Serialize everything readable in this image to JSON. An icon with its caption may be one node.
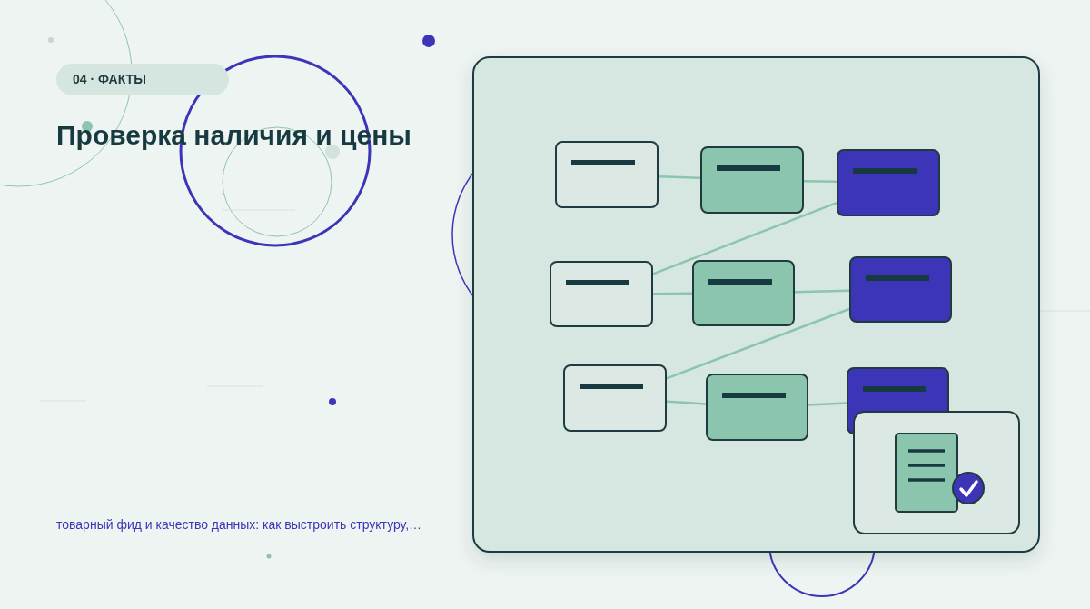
{
  "diagram": {
    "title": "Проверка наличия и цены",
    "caption": "товарный фид и качество данных: как выстроить структуру,…",
    "nodes": [
      {
        "text": [],
        "shape": "box"
      },
      {
        "text": [],
        "shape": "box"
      },
      {
        "text": [],
        "shape": "box"
      },
      {
        "text": [],
        "shape": "box"
      },
      {
        "text": [],
        "shape": "box"
      },
      {
        "text": [],
        "shape": "box"
      },
      {
        "text": [],
        "shape": "box"
      },
      {
        "text": [],
        "shape": "box"
      },
      {
        "text": [],
        "shape": "box"
      }
    ],
    "edges": [
      {
        "from": 0,
        "to": 1,
        "arrow": "none"
      },
      {
        "from": 1,
        "to": 2,
        "arrow": "none"
      },
      {
        "from": 2,
        "to": 3,
        "arrow": "none"
      },
      {
        "from": 3,
        "to": 4,
        "arrow": "none"
      },
      {
        "from": 4,
        "to": 5,
        "arrow": "none"
      },
      {
        "from": 5,
        "to": 6,
        "arrow": "none"
      },
      {
        "from": 6,
        "to": 7,
        "arrow": "none"
      },
      {
        "from": 7,
        "to": 8,
        "arrow": "none"
      }
    ],
    "labels": [
      "04 · ФАКТЫ"
    ]
  }
}
